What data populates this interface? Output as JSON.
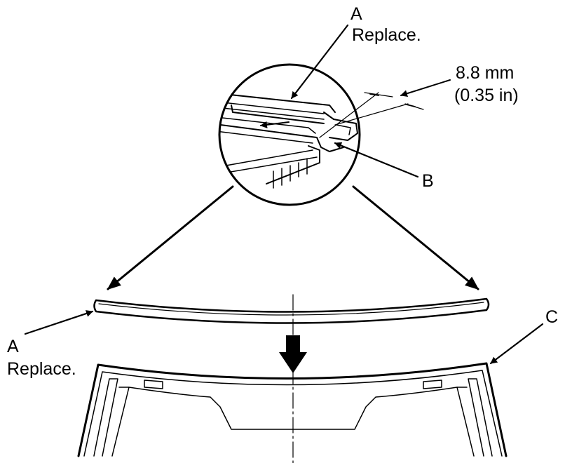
{
  "callouts": {
    "a_top_letter": "A",
    "a_top_note": "Replace.",
    "dimension_mm": "8.8 mm",
    "dimension_in": "(0.35 in)",
    "b_letter": "B",
    "a_left_letter": "A",
    "a_left_note": "Replace.",
    "c_letter": "C"
  },
  "colors": {
    "line": "#000000",
    "background": "#ffffff"
  }
}
